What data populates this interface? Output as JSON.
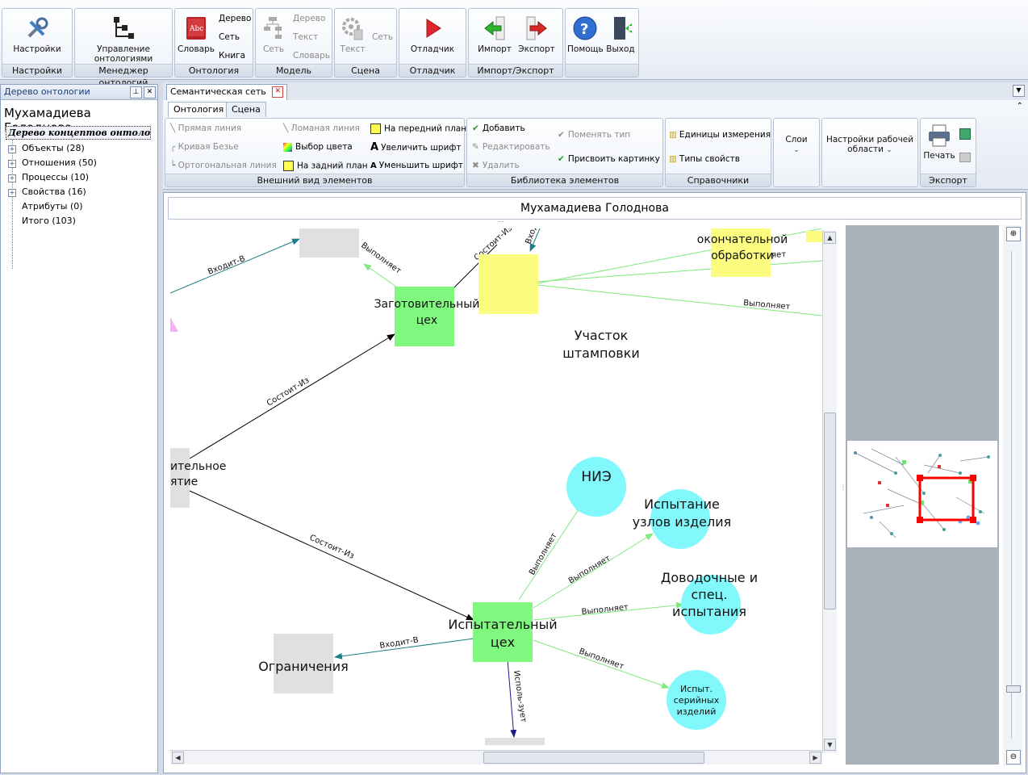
{
  "ribbon": {
    "groups": [
      {
        "caption": "Настройки",
        "buttons": [
          "Настройки"
        ]
      },
      {
        "caption": "Менеджер онтологий",
        "buttons": [
          "Управление онтологиями"
        ]
      },
      {
        "caption": "Онтология",
        "buttons": [
          "Словарь"
        ],
        "small": [
          "Дерево",
          "Сеть",
          "Книга"
        ]
      },
      {
        "caption": "Модель",
        "buttons": [
          "Сеть"
        ],
        "small": [
          "Дерево",
          "Текст",
          "Словарь"
        ]
      },
      {
        "caption": "Сцена",
        "buttons": [
          "Текст"
        ],
        "small": [
          "Сеть"
        ]
      },
      {
        "caption": "Отладчик",
        "buttons": [
          "Отладчик"
        ]
      },
      {
        "caption": "Импорт/Экспорт",
        "buttons": [
          "Импорт",
          "Экспорт"
        ]
      },
      {
        "caption": "",
        "buttons": [
          "Помощь",
          "Выход"
        ]
      }
    ]
  },
  "left_panel": {
    "title": "Дерево онтологии",
    "owner": "Мухамадиева Голоднова",
    "tree_root": "Дерево концептов онтолог...",
    "items": [
      "Объекты (28)",
      "Отношения (50)",
      "Процессы (10)",
      "Свойства (16)",
      "Атрибуты (0)",
      "Итого (103)"
    ]
  },
  "doc": {
    "tab_title": "Семантическая сеть",
    "inner_tabs": [
      "Онтология",
      "Сцена"
    ],
    "groups": {
      "appearance": {
        "caption": "Внешний вид элементов",
        "items": [
          "Прямая линия",
          "Кривая Безье",
          "Ортогональная линия",
          "Ломаная линия",
          "Выбор цвета",
          "На задний план",
          "На передний план",
          "Увеличить шрифт",
          "Уменьшить шрифт"
        ]
      },
      "library": {
        "caption": "Библиотека элементов",
        "items": [
          "Добавить",
          "Редактировать",
          "Удалить",
          "Поменять тип",
          "Присвоить картинку"
        ]
      },
      "refs": {
        "caption": "Справочники",
        "items": [
          "Единицы измерения",
          "Типы свойств"
        ]
      },
      "layers": "Слои",
      "workspace": "Настройки рабочей области",
      "export": {
        "caption": "Экспорт",
        "print": "Печать"
      }
    }
  },
  "canvas": {
    "title": "Мухамадиева Голоднова",
    "nodes": {
      "zagot": "Заготовительный цех",
      "ispyt": "Испытательный цех",
      "shtamp": "Участок штамповки",
      "okonch": "окончательной обработки",
      "proizv": "ительное ятие",
      "nie": "НИЭ",
      "uzlov": "Испытание узлов изделия",
      "dovod": "Доводочные и спец. испытания",
      "ogran": "Ограничения",
      "serial": "Испыт. серийных изделий"
    },
    "edges": {
      "vhodit": "Входит-В",
      "sostoit": "Состоит-Из",
      "vypolnyaet": "Выполняет",
      "ispolzuet": "Исполь-зует",
      "sostoit_top": "Состоит-Из",
      "vhod_top": "Вход"
    }
  },
  "colors": {
    "green_node": "#80f880",
    "cyan_node": "#80f8fc",
    "yellow_node": "#fcfc80",
    "gray_node": "#e0e0e0",
    "teal_edge": "#1a7f86",
    "green_edge": "#7fe87f",
    "navy_edge": "#1b1b8a"
  }
}
